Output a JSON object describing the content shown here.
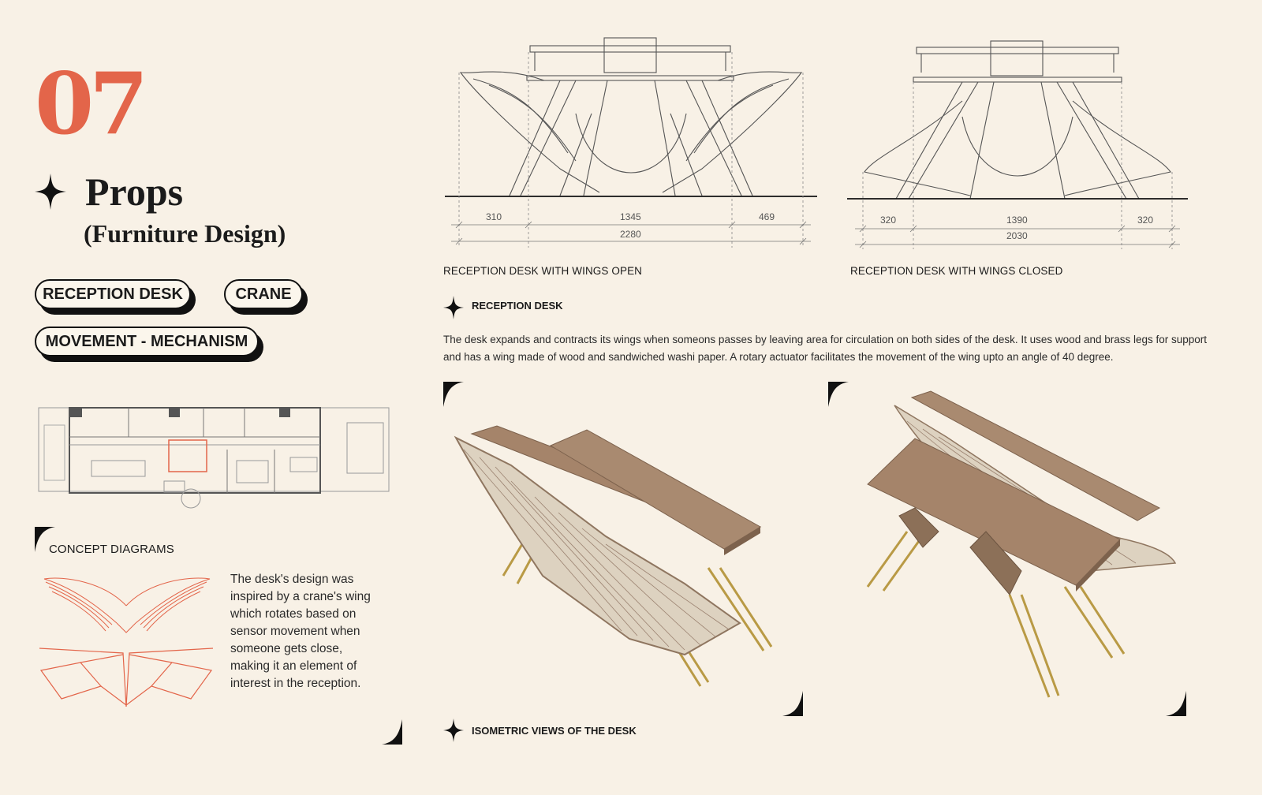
{
  "section_number": "07",
  "title": "Props",
  "subtitle": "(Furniture Design)",
  "tags": [
    "RECEPTION DESK",
    "CRANE",
    "MOVEMENT - MECHANISM"
  ],
  "concept": {
    "heading": "CONCEPT DIAGRAMS",
    "text_lines": [
      "The desk's design was",
      "inspired by a crane's wing",
      "which rotates based on",
      "sensor movement when",
      "someone gets close,",
      "making it an element of",
      "interest in the reception."
    ]
  },
  "elevation_open": {
    "caption": "RECEPTION DESK WITH WINGS OPEN",
    "dims": {
      "left": "310",
      "middle": "1345",
      "right": "469",
      "total": "2280"
    }
  },
  "elevation_closed": {
    "caption": "RECEPTION DESK WITH WINGS CLOSED",
    "dims": {
      "left": "320",
      "middle": "1390",
      "right": "320",
      "total": "2030"
    }
  },
  "reception": {
    "heading": "RECEPTION DESK",
    "description_lines": [
      "The desk expands and contracts its wings when someons passes by leaving area for circulation on both sides of the desk. It uses wood and brass legs for support",
      "and has a wing made of wood and sandwiched washi paper. A rotary actuator facilitates the movement of the wing upto an angle of 40 degree."
    ]
  },
  "isometric": {
    "heading": "ISOMETRIC VIEWS OF THE DESK"
  },
  "colors": {
    "accent": "#e3654a",
    "background": "#f8f1e6",
    "wood": "#a5846a",
    "brass": "#b99a45"
  }
}
